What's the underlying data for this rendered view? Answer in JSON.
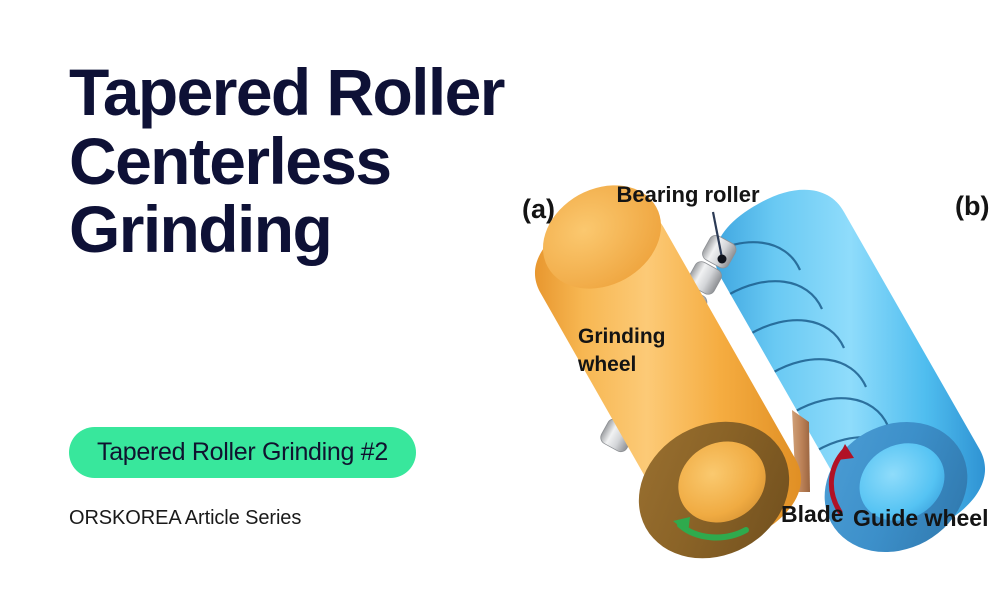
{
  "page": {
    "background_color": "#ffffff",
    "title": "Tapered Roller Centerless Grinding",
    "title_lines": "Tapered Roller\nCenterless\nGrinding",
    "title_color": "#0e1136"
  },
  "badge": {
    "label": "Tapered Roller Grinding #2",
    "background_color": "#38e79c",
    "text_color": "#10132f"
  },
  "subtitle": {
    "text": "ORSKOREA Article Series",
    "color": "#1a1a1a"
  },
  "figure": {
    "panel_labels": {
      "a": "(a)",
      "b": "(b)"
    },
    "callouts": {
      "bearing_roller": "Bearing roller",
      "grinding_wheel_line1": "Grinding",
      "grinding_wheel_line2": "wheel",
      "blade": "Blade",
      "guide_wheel": "Guide wheel"
    },
    "colors": {
      "grinding_wheel_body": "#f5a93c",
      "grinding_wheel_highlight": "#fbc76a",
      "grinding_wheel_face_ring": "#8d6526",
      "grinding_wheel_bore": "#f0a93f",
      "guide_wheel_body": "#49bdf0",
      "guide_wheel_highlight": "#8ddcfb",
      "guide_wheel_face_ring": "#3c8fc9",
      "guide_wheel_bore": "#4fc3f5",
      "bearing_roller": "#d5d7da",
      "blade": "#c08a63",
      "grinding_arrow": "#2faa4d",
      "guide_arrow": "#b11226",
      "leader_line": "#2b3a55"
    },
    "rotation_arrows": {
      "grinding_wheel": "counter-clockwise",
      "guide_wheel": "counter-clockwise"
    }
  }
}
